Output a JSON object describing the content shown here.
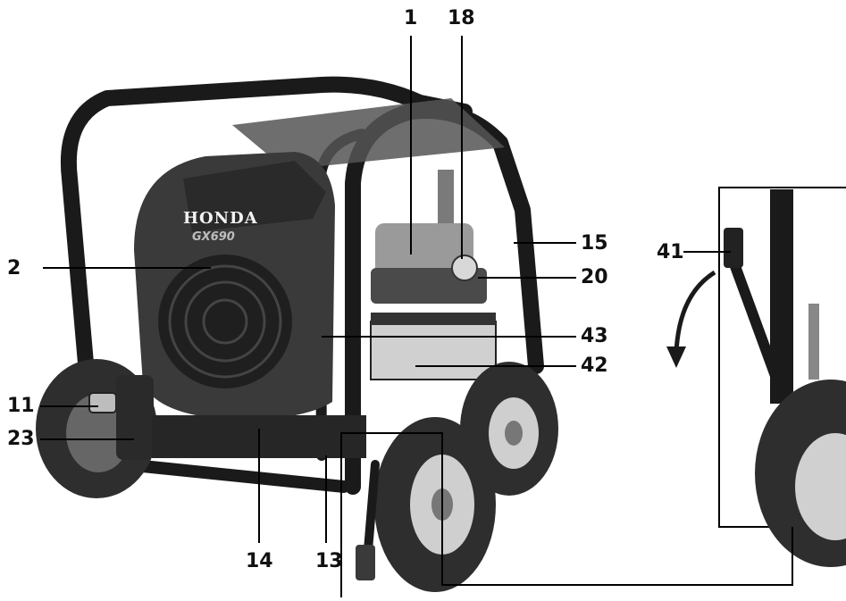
{
  "figure": {
    "brand_text": "HONDA",
    "model_text": "GX690"
  },
  "callouts": [
    {
      "id": "c1",
      "label": "1"
    },
    {
      "id": "c18",
      "label": "18"
    },
    {
      "id": "c2",
      "label": "2"
    },
    {
      "id": "c15",
      "label": "15"
    },
    {
      "id": "c20",
      "label": "20"
    },
    {
      "id": "c43",
      "label": "43"
    },
    {
      "id": "c42",
      "label": "42"
    },
    {
      "id": "c11",
      "label": "11"
    },
    {
      "id": "c23",
      "label": "23"
    },
    {
      "id": "c14",
      "label": "14"
    },
    {
      "id": "c13",
      "label": "13"
    },
    {
      "id": "c41",
      "label": "41"
    }
  ],
  "colors": {
    "frame": "#1a1a1a",
    "engine": "#3a3a3a",
    "tire": "#2e2e2e",
    "rim": "#cfcfcf",
    "pump": "#9a9a9a",
    "leader": "#000000"
  }
}
